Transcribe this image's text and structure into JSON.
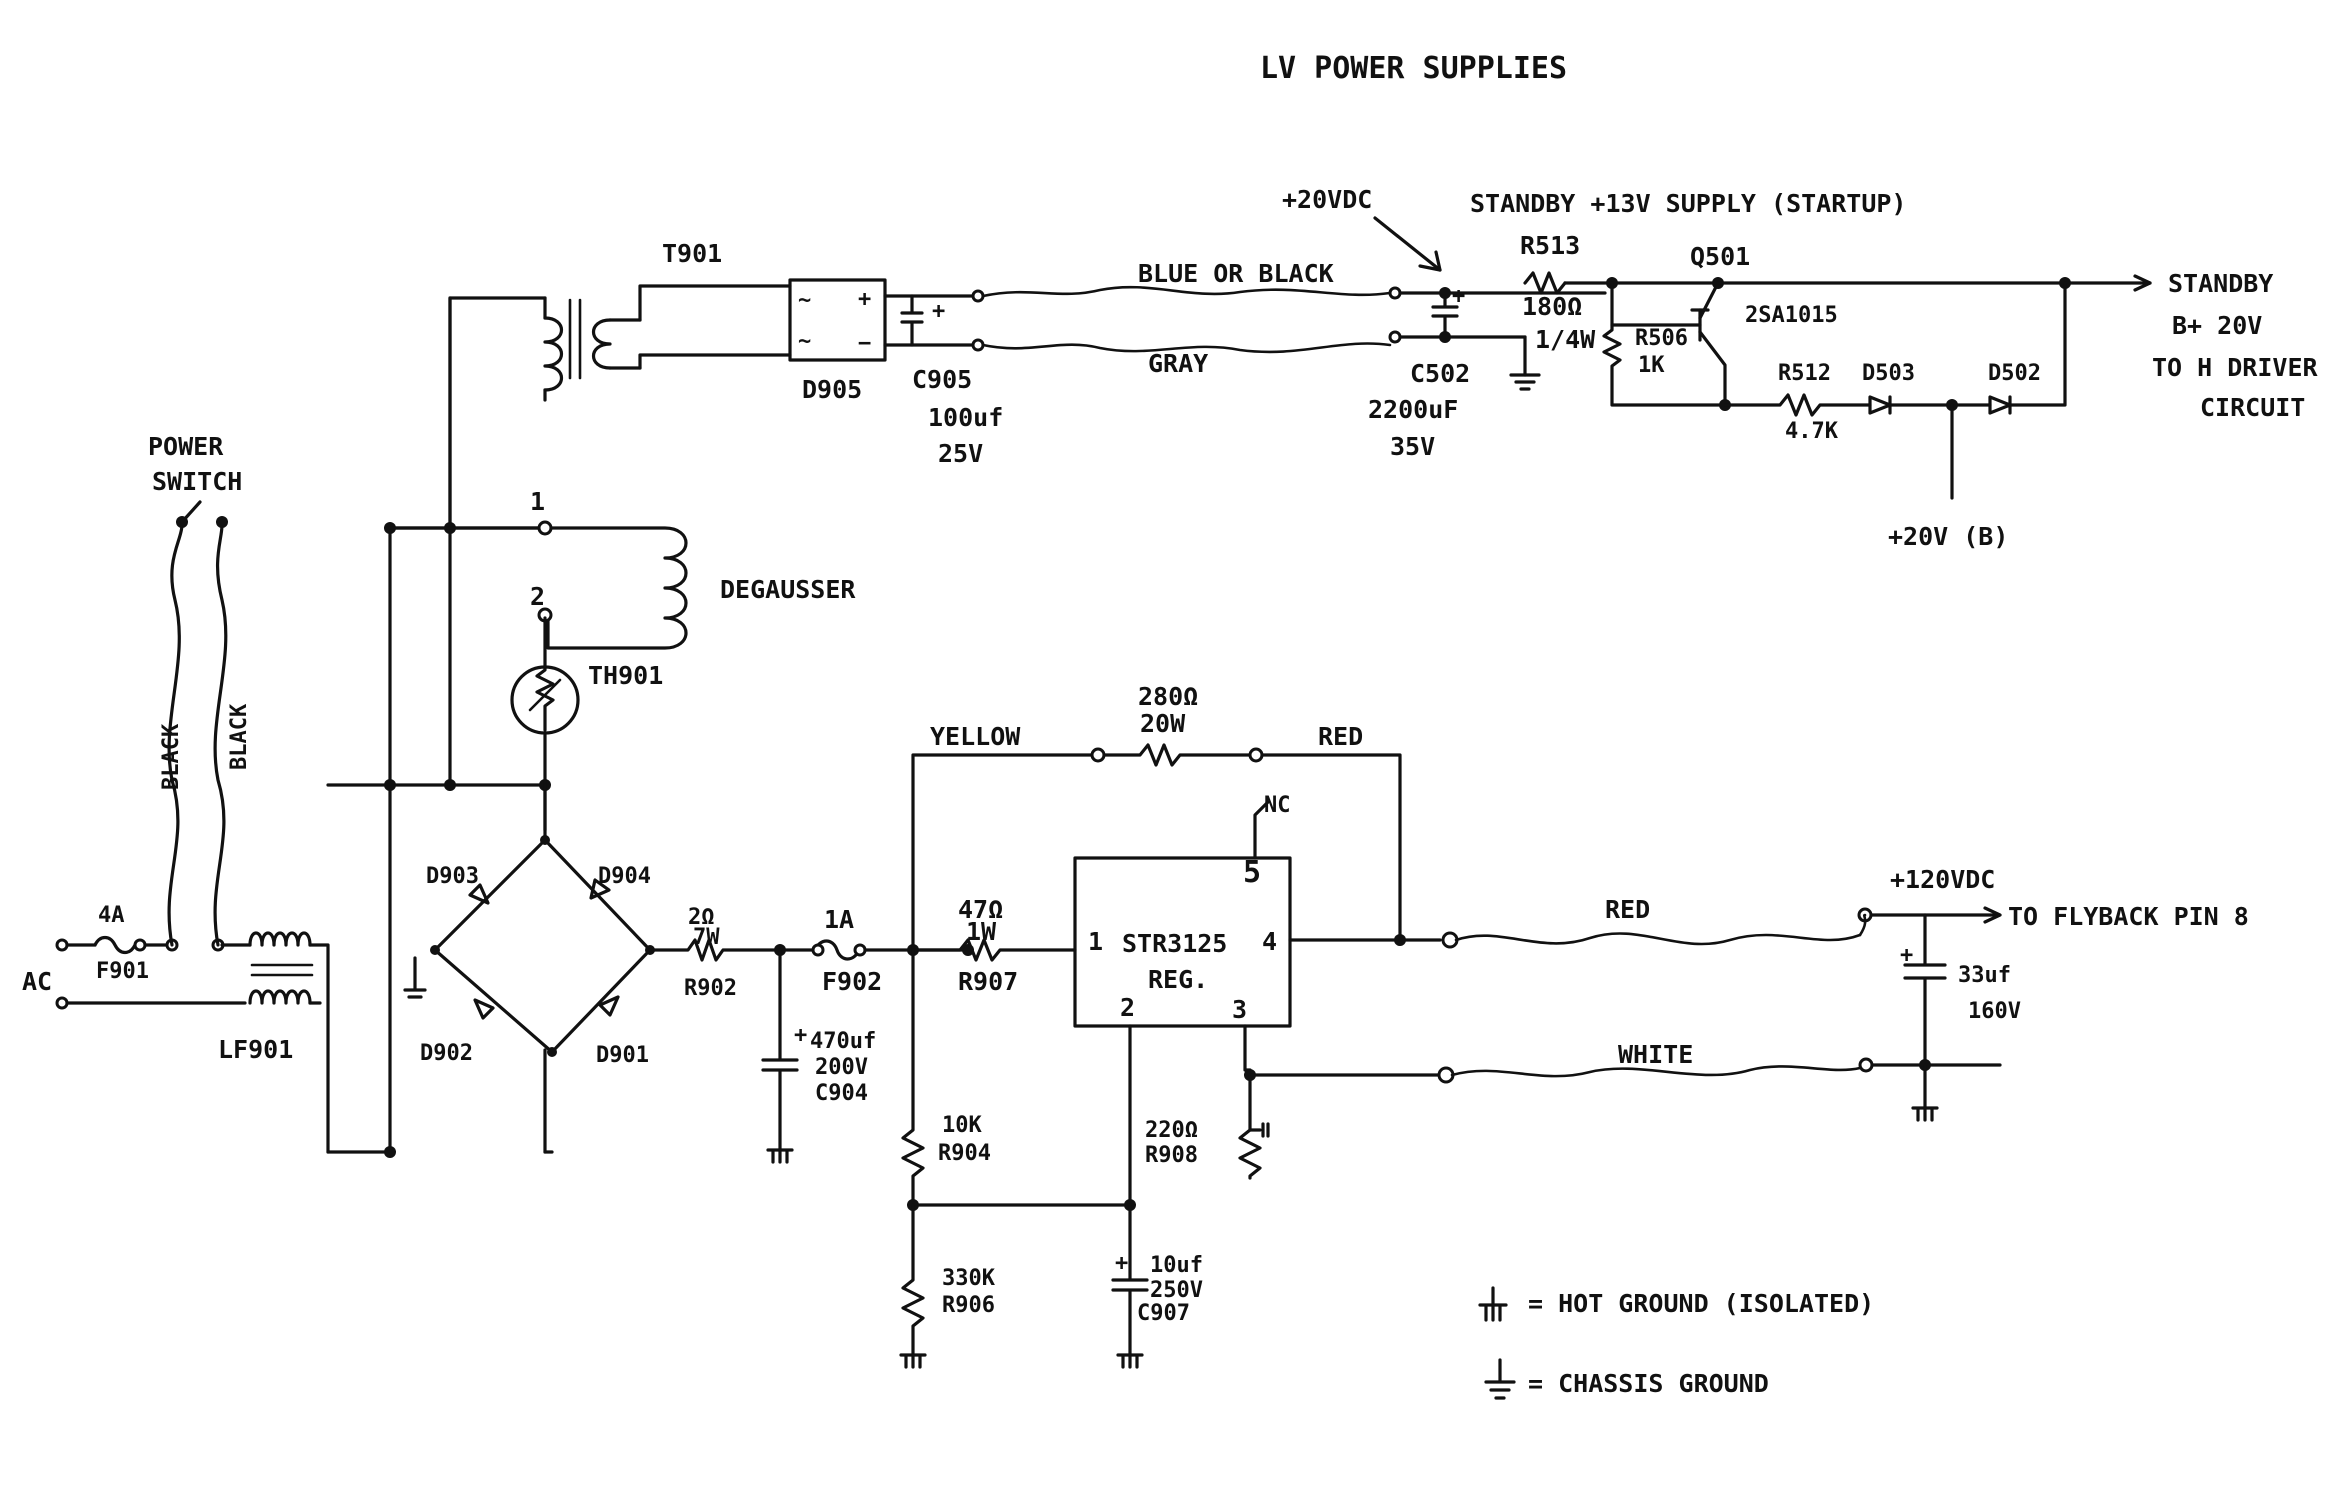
{
  "title": "LV POWER SUPPLIES",
  "ac": {
    "label": "AC",
    "fuse_rating": "4A",
    "fuse": "F901",
    "filter": "LF901"
  },
  "power_switch": {
    "line1": "POWER",
    "line2": "SWITCH",
    "wire1": "BLACK",
    "wire2": "BLACK"
  },
  "transformer": {
    "ref": "T901"
  },
  "bridge_d905": {
    "ref": "D905"
  },
  "c905": {
    "ref": "C905",
    "value": "100uf",
    "voltage": "25V"
  },
  "wire_blue": "BLUE OR BLACK",
  "wire_gray": "GRAY",
  "plus20vdc": "+20VDC",
  "c502": {
    "ref": "C502",
    "value": "2200uF",
    "voltage": "35V"
  },
  "standby_header": "STANDBY +13V SUPPLY (STARTUP)",
  "r513": {
    "ref": "R513",
    "value": "180Ω",
    "power": "1/4W"
  },
  "r506": {
    "ref": "R506",
    "value": "1K"
  },
  "q501": {
    "ref": "Q501",
    "part": "2SA1015"
  },
  "r512": {
    "ref": "R512",
    "value": "4.7K"
  },
  "d503": "D503",
  "d502": "D502",
  "standby_out": {
    "line1": "STANDBY",
    "line2": "B+ 20V",
    "line3": "TO H DRIVER",
    "line4": "CIRCUIT"
  },
  "plus20v_b": "+20V (B)",
  "degaussing": {
    "pin1": "1",
    "pin2": "2",
    "label": "DEGAUSSER",
    "thermistor": "TH901"
  },
  "bridge": {
    "d903": "D903",
    "d904": "D904",
    "d902": "D902",
    "d901": "D901"
  },
  "r902": {
    "value": "2Ω",
    "power": "7W",
    "ref": "R902"
  },
  "f902": {
    "rating": "1A",
    "ref": "F902"
  },
  "c904": {
    "value": "470uf",
    "voltage": "200V",
    "ref": "C904"
  },
  "yellow": "YELLOW",
  "red_top": "RED",
  "r280": {
    "value": "280Ω",
    "power": "20W"
  },
  "r907": {
    "value": "47Ω",
    "power": "1W",
    "ref": "R907"
  },
  "reg": {
    "pin1": "1",
    "pin2": "2",
    "pin3": "3",
    "pin4": "4",
    "pin5": "5",
    "nc": "NC",
    "part": "STR3125",
    "label": "REG."
  },
  "r904": {
    "value": "10K",
    "ref": "R904"
  },
  "r906": {
    "value": "330K",
    "ref": "R906"
  },
  "r908": {
    "value": "220Ω",
    "ref": "R908"
  },
  "c907": {
    "value": "10uf",
    "voltage": "250V",
    "ref": "C907"
  },
  "red_out": "RED",
  "white_out": "WHITE",
  "out": {
    "voltage": "+120VDC",
    "dest": "TO FLYBACK PIN 8"
  },
  "c33": {
    "value": "33uf",
    "voltage": "160V"
  },
  "legend": {
    "hot": "= HOT GROUND (ISOLATED)",
    "chassis": "= CHASSIS GROUND"
  }
}
